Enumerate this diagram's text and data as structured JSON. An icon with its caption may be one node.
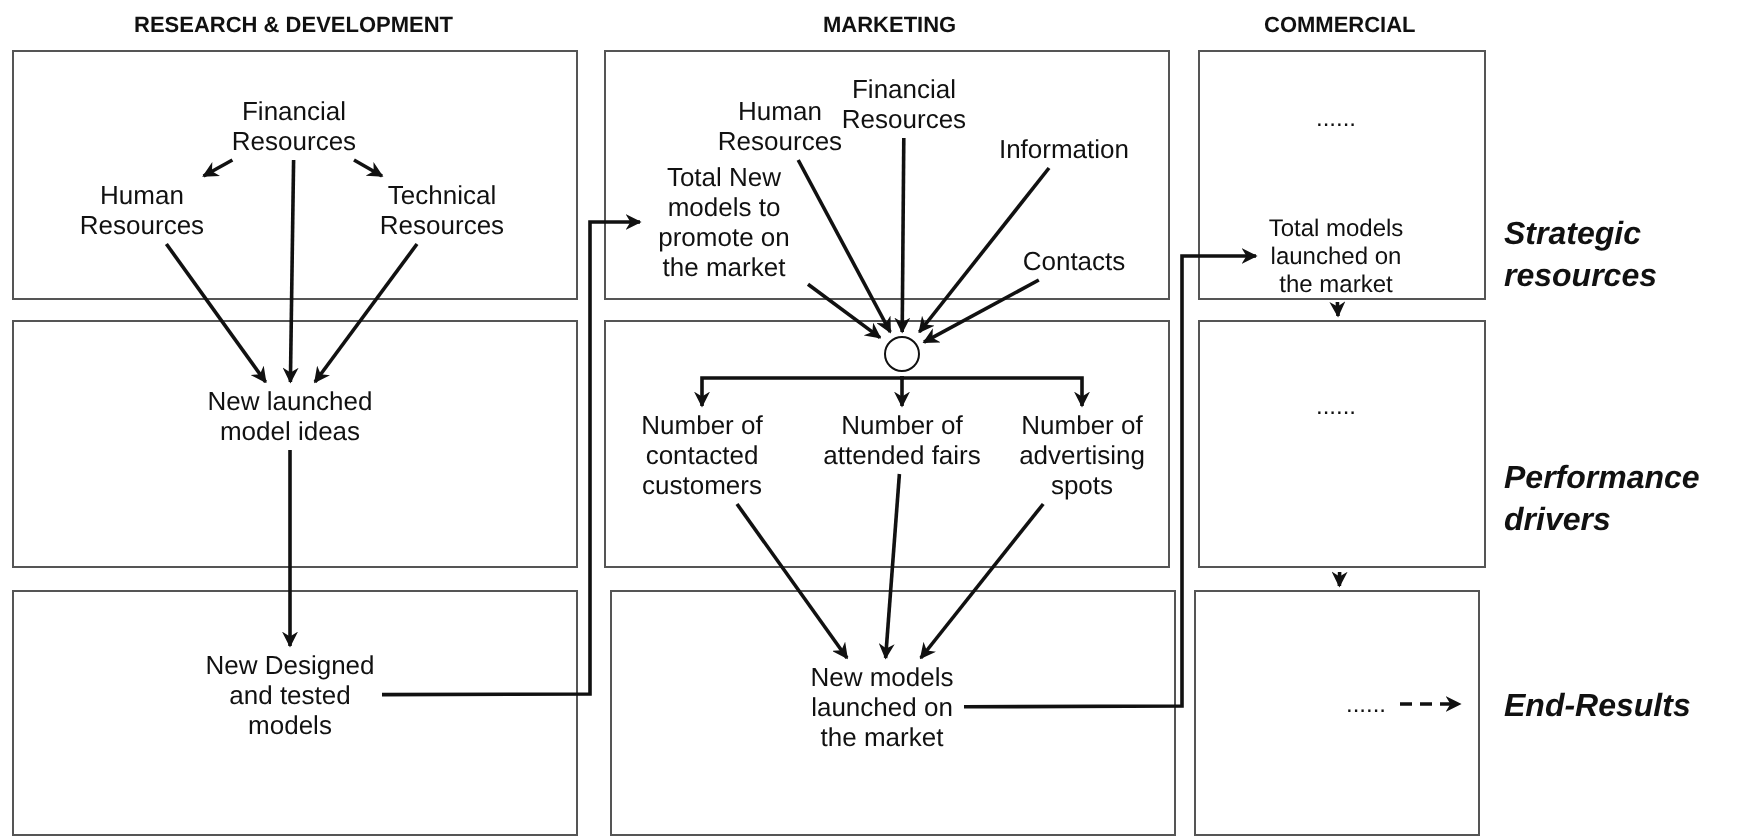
{
  "diagram": {
    "nodes": [
      {
        "text": [],
        "shape": "box"
      },
      {
        "text": [
          "Financial Resources"
        ],
        "in": 0
      },
      {
        "text": [
          "Human Resources"
        ],
        "in": 0
      },
      {
        "text": [
          "Technical Resources"
        ],
        "in": 0
      },
      {
        "text": [],
        "shape": "box"
      },
      {
        "text": [
          "New launched model ideas"
        ],
        "in": 4
      },
      {
        "text": [],
        "shape": "box"
      },
      {
        "text": [
          "New Designed and tested models"
        ],
        "in": 6
      },
      {
        "text": [],
        "shape": "box"
      },
      {
        "text": [
          "Human Resources"
        ],
        "in": 8
      },
      {
        "text": [
          "Financial Resources"
        ],
        "in": 8
      },
      {
        "text": [
          "Information"
        ],
        "in": 8
      },
      {
        "text": [
          "Total New models to promote on the market"
        ],
        "in": 8
      },
      {
        "text": [
          "Contacts"
        ],
        "in": 8
      },
      {
        "text": [],
        "shape": "box"
      },
      {
        "text": [],
        "shape": "circle",
        "in": 14
      },
      {
        "text": [
          "Number of contacted customers"
        ],
        "in": 14
      },
      {
        "text": [
          "Number of attended fairs"
        ],
        "in": 14
      },
      {
        "text": [
          "Number of advertising spots"
        ],
        "in": 14
      },
      {
        "text": [],
        "shape": "box"
      },
      {
        "text": [
          "New models launched on the market"
        ],
        "in": 19
      },
      {
        "text": [],
        "shape": "box"
      },
      {
        "text": [
          "......"
        ],
        "in": 21
      },
      {
        "text": [
          "Total models launched on the market"
        ],
        "in": 21
      },
      {
        "text": [],
        "shape": "box"
      },
      {
        "text": [
          "......"
        ],
        "in": 24
      },
      {
        "text": [],
        "shape": "box"
      },
      {
        "text": [
          "......"
        ],
        "in": 26
      }
    ],
    "edges": [
      {
        "from": 1,
        "to": 2,
        "arrow": "to"
      },
      {
        "from": 1,
        "to": 3,
        "arrow": "to"
      },
      {
        "from": 1,
        "to": 5,
        "arrow": "to"
      },
      {
        "from": 2,
        "to": 5,
        "arrow": "to"
      },
      {
        "from": 3,
        "to": 5,
        "arrow": "to"
      },
      {
        "from": 5,
        "to": 7,
        "arrow": "to"
      },
      {
        "from": 7,
        "to": 12,
        "arrow": "to"
      },
      {
        "from": 9,
        "to": 15,
        "arrow": "to"
      },
      {
        "from": 10,
        "to": 15,
        "arrow": "to"
      },
      {
        "from": 11,
        "to": 15,
        "arrow": "to"
      },
      {
        "from": 12,
        "to": 15,
        "arrow": "to"
      },
      {
        "from": 13,
        "to": 15,
        "arrow": "to"
      },
      {
        "from": 15,
        "to": 16,
        "arrow": "to"
      },
      {
        "from": 15,
        "to": 17,
        "arrow": "to"
      },
      {
        "from": 15,
        "to": 18,
        "arrow": "to"
      },
      {
        "from": 16,
        "to": 20,
        "arrow": "to"
      },
      {
        "from": 17,
        "to": 20,
        "arrow": "to"
      },
      {
        "from": 18,
        "to": 20,
        "arrow": "to"
      },
      {
        "from": 20,
        "to": 23,
        "arrow": "to"
      },
      {
        "from": 23,
        "to": 24,
        "arrow": "to"
      },
      {
        "from": 24,
        "to": 26,
        "arrow": "to"
      },
      {
        "from": 27,
        "to": null,
        "arrow": "to",
        "style": "dashed"
      }
    ],
    "labels": [
      "RESEARCH & DEVELOPMENT",
      "MARKETING",
      "COMMERCIAL",
      "Strategic resources",
      "Performance drivers",
      "End-Results"
    ]
  }
}
